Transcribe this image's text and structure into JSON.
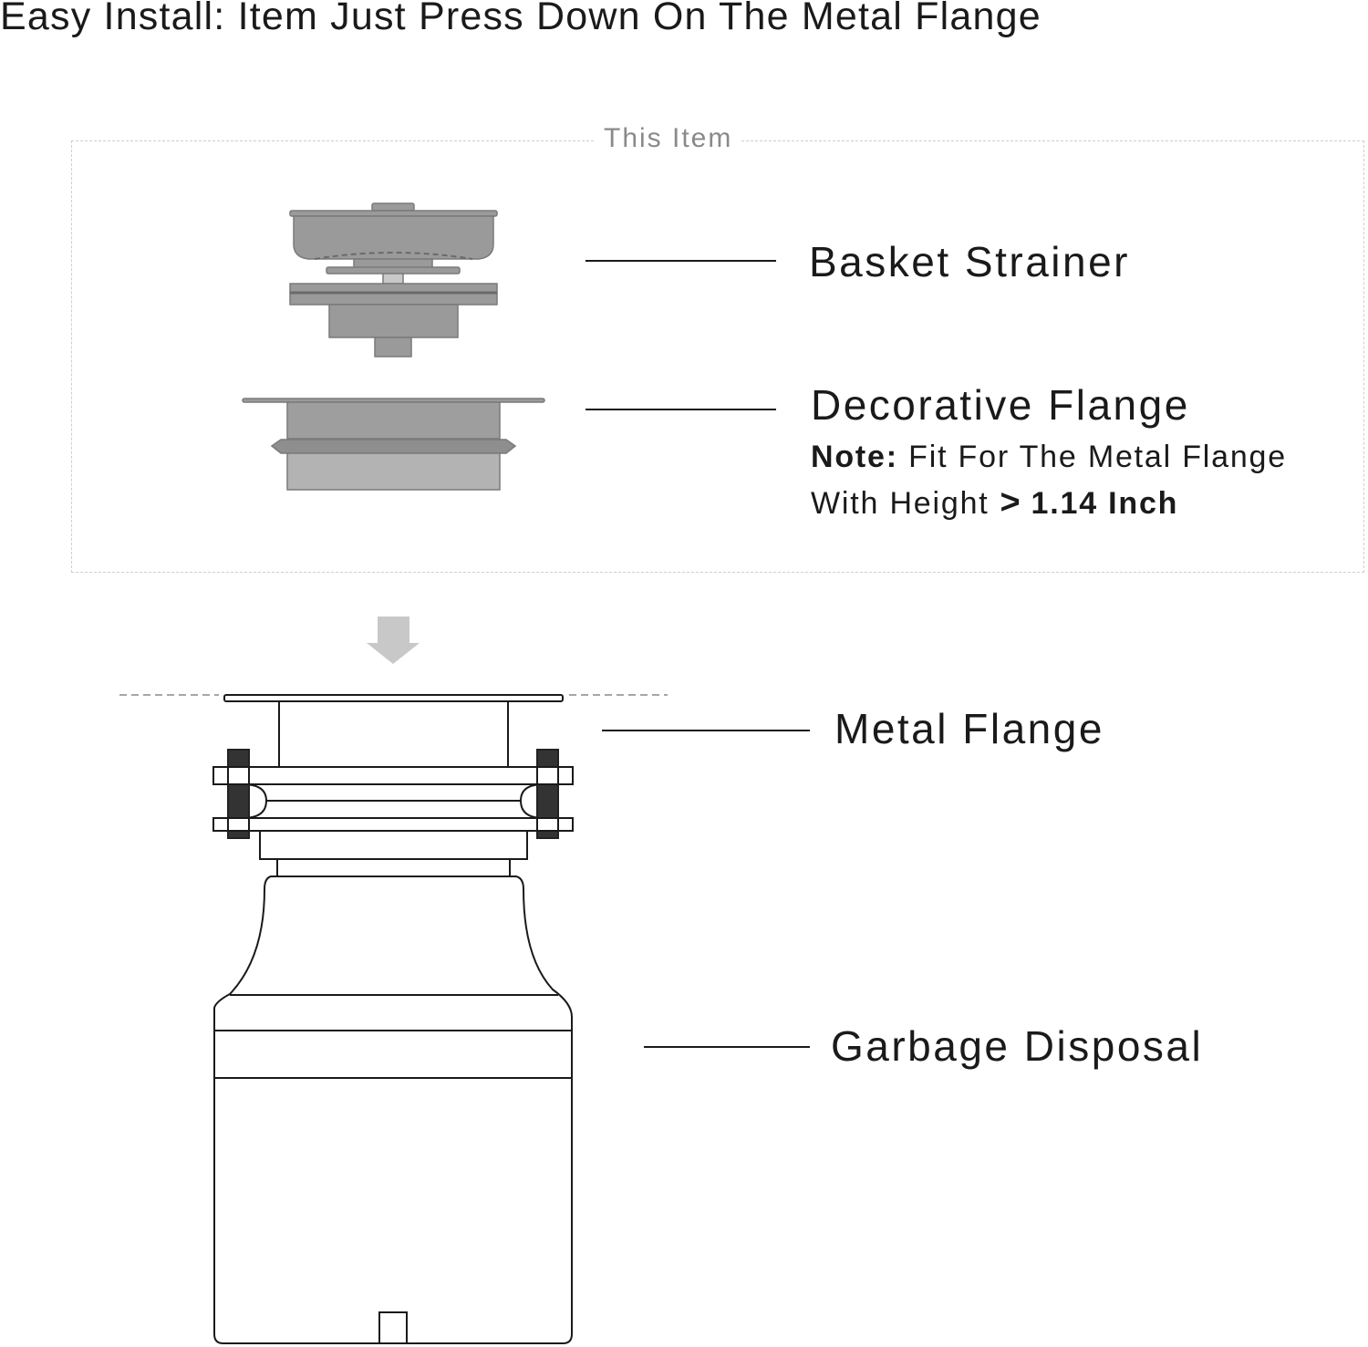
{
  "header": {
    "title": "Easy Install: Item Just Press Down On The Metal Flange"
  },
  "item_box": {
    "legend": "This Item"
  },
  "labels": {
    "basket_strainer": "Basket Strainer",
    "decorative_flange": "Decorative Flange",
    "metal_flange": "Metal Flange",
    "garbage_disposal": "Garbage Disposal"
  },
  "note": {
    "prefix": "Note:",
    "text_line1": "Fit For The Metal Flange",
    "text_line2": "With Height",
    "symbol": ">",
    "value": "1.14 Inch"
  },
  "colors": {
    "part_fill": "#9a9a9a",
    "part_fill_light": "#b3b3b3",
    "part_stroke": "#7a7a7a",
    "outline": "#1a1a1a",
    "bolt": "#333333",
    "arrow": "#c8c8c8"
  },
  "icons": {
    "arrow": "down-arrow-icon"
  }
}
